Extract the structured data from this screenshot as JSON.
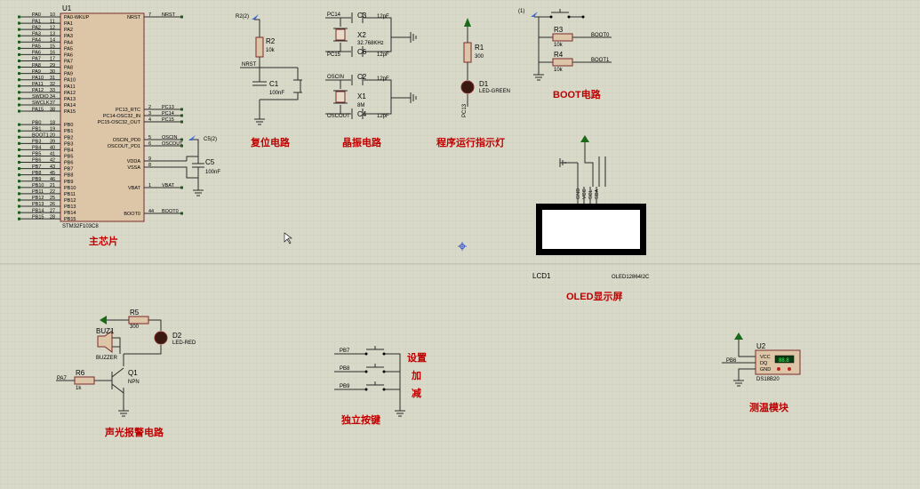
{
  "mcu": {
    "ref": "U1",
    "part": "STM32F103C8",
    "left_pins": [
      {
        "net": "PA0",
        "num": "10",
        "name": "PA0-WKUP"
      },
      {
        "net": "PA1",
        "num": "11",
        "name": "PA1"
      },
      {
        "net": "PA2",
        "num": "12",
        "name": "PA2"
      },
      {
        "net": "PA3",
        "num": "13",
        "name": "PA3"
      },
      {
        "net": "PA4",
        "num": "14",
        "name": "PA4"
      },
      {
        "net": "PA5",
        "num": "15",
        "name": "PA5"
      },
      {
        "net": "PA6",
        "num": "16",
        "name": "PA6"
      },
      {
        "net": "PA7",
        "num": "17",
        "name": "PA7"
      },
      {
        "net": "PA8",
        "num": "29",
        "name": "PA8"
      },
      {
        "net": "PA9",
        "num": "30",
        "name": "PA9"
      },
      {
        "net": "PA10",
        "num": "31",
        "name": "PA10"
      },
      {
        "net": "PA11",
        "num": "32",
        "name": "PA11"
      },
      {
        "net": "PA12",
        "num": "33",
        "name": "PA12"
      },
      {
        "net": "SWDIO",
        "num": "34",
        "name": "PA13"
      },
      {
        "net": "SWCLK",
        "num": "37",
        "name": "PA14"
      },
      {
        "net": "PA15",
        "num": "38",
        "name": "PA15"
      },
      {
        "net": "PB0",
        "num": "18",
        "name": "PB0"
      },
      {
        "net": "PB1",
        "num": "19",
        "name": "PB1"
      },
      {
        "net": "BOOT1",
        "num": "20",
        "name": "PB2"
      },
      {
        "net": "PB3",
        "num": "39",
        "name": "PB3"
      },
      {
        "net": "PB4",
        "num": "40",
        "name": "PB4"
      },
      {
        "net": "PB5",
        "num": "41",
        "name": "PB5"
      },
      {
        "net": "PB6",
        "num": "42",
        "name": "PB6"
      },
      {
        "net": "PB7",
        "num": "43",
        "name": "PB7"
      },
      {
        "net": "PB8",
        "num": "45",
        "name": "PB8"
      },
      {
        "net": "PB9",
        "num": "46",
        "name": "PB9"
      },
      {
        "net": "PB10",
        "num": "21",
        "name": "PB10"
      },
      {
        "net": "PB11",
        "num": "22",
        "name": "PB11"
      },
      {
        "net": "PB12",
        "num": "25",
        "name": "PB12"
      },
      {
        "net": "PB13",
        "num": "26",
        "name": "PB13"
      },
      {
        "net": "PB14",
        "num": "27",
        "name": "PB14"
      },
      {
        "net": "PB15",
        "num": "28",
        "name": "PB15"
      }
    ],
    "right_pins": [
      {
        "name": "NRST",
        "num": "7",
        "net": "NRST"
      },
      {
        "name": "PC13_RTC",
        "num": "2",
        "net": "PC13"
      },
      {
        "name": "PC14-OSC32_IN",
        "num": "3",
        "net": "PC14"
      },
      {
        "name": "PC15-OSC32_OUT",
        "num": "4",
        "net": "PC15"
      },
      {
        "name": "OSCIN_PD0",
        "num": "5",
        "net": "OSCIN"
      },
      {
        "name": "OSCOUT_PD1",
        "num": "6",
        "net": "OSCOUT"
      },
      {
        "name": "VDDA",
        "num": "9",
        "net": ""
      },
      {
        "name": "VSSA",
        "num": "8",
        "net": ""
      },
      {
        "name": "VBAT",
        "num": "1",
        "net": "VBAT"
      },
      {
        "name": "BOOT0",
        "num": "44",
        "net": "BOOT0"
      }
    ],
    "c5": {
      "ref": "C5",
      "value": "100nF",
      "probe": "C5(2)"
    }
  },
  "reset": {
    "probe": "R2(2)",
    "r_ref": "R2",
    "r_value": "10k",
    "net": "NRST",
    "c_ref": "C1",
    "c_value": "100nF"
  },
  "crystal": {
    "c3_ref": "C3",
    "c3_value": "12pF",
    "c6_ref": "C6",
    "c6_value": "12pF",
    "x2_ref": "X2",
    "x2_value": "32.768KHz",
    "c2_ref": "C2",
    "c2_value": "12pF",
    "c4_ref": "C4",
    "c4_value": "12pF",
    "x1_ref": "X1",
    "x1_value": "8M",
    "net_pc14": "PC14",
    "net_pc15": "PC15",
    "net_oscin": "OSCIN",
    "net_oscout": "OSCOUT"
  },
  "led": {
    "r_ref": "R1",
    "r_value": "300",
    "d_ref": "D1",
    "d_value": "LED-GREEN",
    "net": "PC13"
  },
  "boot": {
    "probe": "(1)",
    "r3_ref": "R3",
    "r3_value": "10k",
    "r4_ref": "R4",
    "r4_value": "10k",
    "net0": "BOOT0",
    "net1": "BOOT1"
  },
  "oled": {
    "ref": "LCD1",
    "part": "OLED12864I2C",
    "pins": [
      "GND",
      "VCC",
      "SCL",
      "SDA"
    ]
  },
  "buzzer": {
    "r5_ref": "R5",
    "r5_value": "300",
    "d2_ref": "D2",
    "d2_value": "LED-RED",
    "buz_ref": "BUZ1",
    "buz_value": "BUZZER",
    "r6_ref": "R6",
    "r6_value": "1k",
    "q_ref": "Q1",
    "q_value": "NPN",
    "net": "PA7"
  },
  "keys": {
    "nets": [
      "PB7",
      "PB8",
      "PB9"
    ],
    "labels": [
      "设置",
      "加",
      "减"
    ]
  },
  "ds18b20": {
    "ref": "U2",
    "part": "DS18B20",
    "net": "PB6",
    "pins": [
      "VCC",
      "DQ",
      "GND"
    ],
    "display": "88.8"
  },
  "titles": {
    "mcu": "主芯片",
    "reset": "复位电路",
    "crystal": "晶振电路",
    "led": "程序运行指示灯",
    "boot": "BOOT电路",
    "oled": "OLED显示屏",
    "buzzer": "声光报警电路",
    "keys": "独立按键",
    "temp": "测温模块"
  },
  "colors": {
    "background": "#d9d9c9",
    "grid": "#c3c3b3",
    "title": "#c00000",
    "wire": "#2a2a2a",
    "component": "#7a2a2a"
  }
}
